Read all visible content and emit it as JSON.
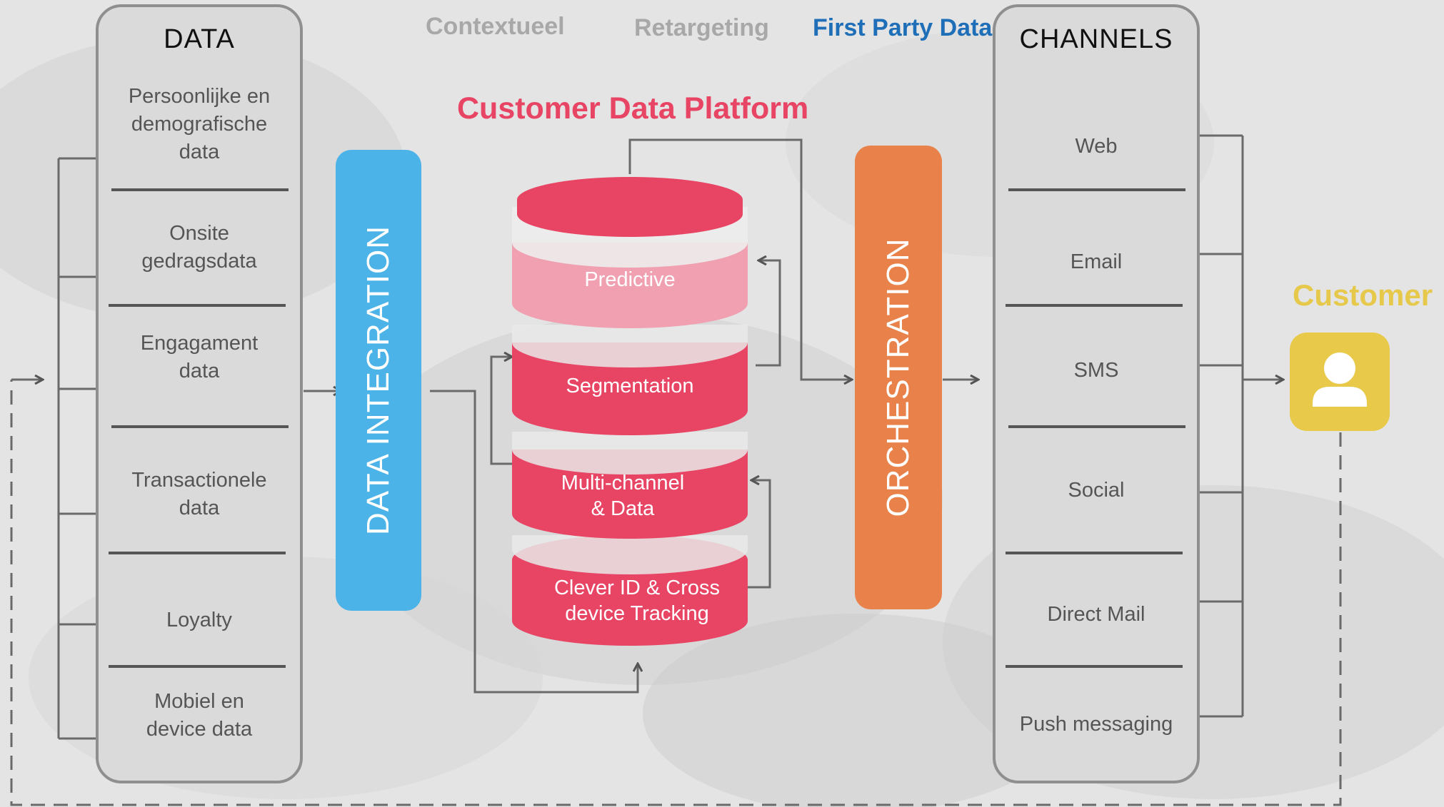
{
  "data_panel": {
    "title": "DATA",
    "items": [
      "Persoonlijke en\ndemografische\ndata",
      "Onsite\ngedragsdata",
      "Engagament\ndata",
      "Transactionele\ndata",
      "Loyalty",
      "Mobiel en\ndevice data"
    ]
  },
  "top_labels": {
    "contextueel": "Contextueel",
    "retargeting": "Retargeting",
    "first_party": "First Party Data"
  },
  "cdp_title": "Customer Data Platform",
  "data_integration": "DATA INTEGRATION",
  "orchestration": "ORCHESTRATION",
  "cdp_layers": [
    "Predictive",
    "Segmentation",
    "Multi-channel\n& Data",
    "Clever ID & Cross\ndevice Tracking"
  ],
  "channels_panel": {
    "title": "CHANNELS",
    "items": [
      "Web",
      "Email",
      "SMS",
      "Social",
      "Direct Mail",
      "Push messaging"
    ]
  },
  "customer": {
    "label": "Customer",
    "icon": "user-icon"
  },
  "colors": {
    "pink": "#e84464",
    "pink_light": "#f0a0b0",
    "blue": "#4bb3e8",
    "orange": "#e8824a",
    "yellow": "#e8c94a",
    "first_party_blue": "#1f6fb8",
    "muted_grey": "#a8a8a8"
  }
}
